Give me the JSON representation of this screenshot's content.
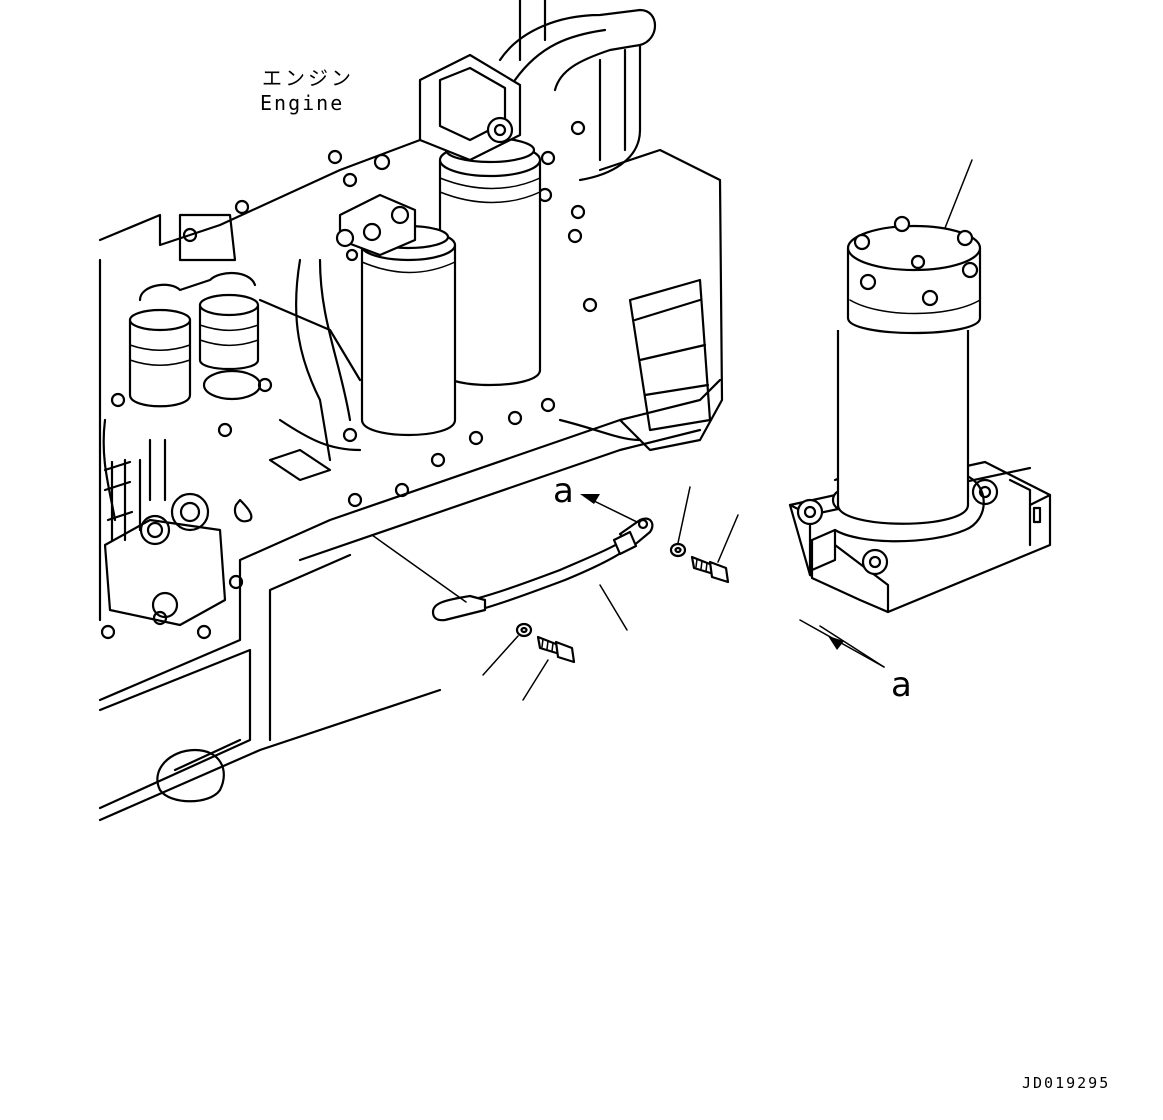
{
  "labels": {
    "engine_jp": "エンジン",
    "engine_en": "Engine",
    "view_a_top": "a",
    "view_a_bottom": "a",
    "drawing_id": "JD019295"
  },
  "icons": {
    "view_arrow": "arrow-icon"
  }
}
